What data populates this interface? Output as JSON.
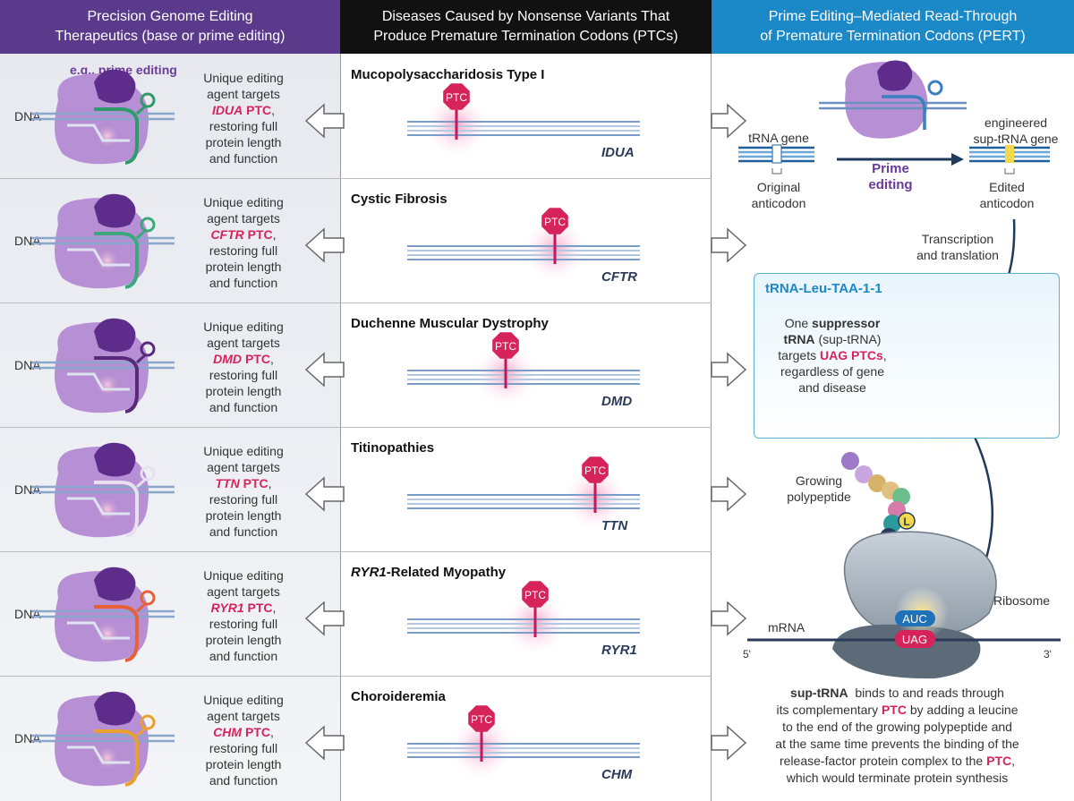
{
  "headers": {
    "left": [
      "Precision Genome Editing",
      "Therapeutics (base or prime editing)"
    ],
    "middle": [
      "Diseases Caused by Nonsense Variants That",
      "Produce Premature Termination Codons (PTCs)"
    ],
    "right": [
      "Prime Editing–Mediated Read-Through",
      "of Premature Termination Codons (PERT)"
    ]
  },
  "example_label": "e.g., prime editing",
  "dna_label": "DNA",
  "ptc_badge": "PTC",
  "edit_text": {
    "line1": "Unique editing",
    "line2": "agent targets",
    "ptc_word": "PTC",
    "comma": ",",
    "line4": "restoring full",
    "line5": "protein length",
    "line6": "and function"
  },
  "rows": [
    {
      "disease": "Mucopolysaccharidosis Type I",
      "gene": "IDUA",
      "color": "#2f9a6a"
    },
    {
      "disease": "Cystic Fibrosis",
      "gene": "CFTR",
      "color": "#3aa87a"
    },
    {
      "disease": "Duchenne Muscular Dystrophy",
      "gene": "DMD",
      "color": "#5a2a7a"
    },
    {
      "disease": "Titinopathies",
      "gene": "TTN",
      "color": "#e8e0ee"
    },
    {
      "disease": "-Related Myopathy",
      "disease_prefix": "RYR1",
      "gene": "RYR1",
      "color": "#e8603a"
    },
    {
      "disease": "Choroideremia",
      "gene": "CHM",
      "color": "#e8a030"
    }
  ],
  "right": {
    "trna_gene": "tRNA gene",
    "original": "Original",
    "anticodon": "anticodon",
    "prime": "Prime",
    "editing": "editing",
    "engineered": "engineered",
    "sup_trna_gene": "sup-tRNA gene",
    "edited": "Edited",
    "transcription": "Transcription",
    "and_translation": "and translation",
    "callout_title": "tRNA-Leu-TAA-1-1",
    "one": "One",
    "suppressor": "suppressor",
    "trna": "tRNA",
    "sup_trna_paren": "(sup-tRNA)",
    "targets": "targets",
    "uag_ptcs": "UAG PTCs",
    "regardless": "regardless of gene",
    "and_disease": "and disease",
    "five_prime": "5'",
    "three_prime": "3'",
    "L": "L",
    "AUC": "AUC",
    "UAG": "UAG",
    "growing": "Growing",
    "polypeptide": "polypeptide",
    "ribosome": "Ribosome",
    "mrna": "mRNA",
    "sup_trna_bold": "sup-tRNA",
    "b1": "binds to and reads through",
    "b2a": "its complementary",
    "b2ptc": "PTC",
    "b2b": "by adding a leucine",
    "b3": "to the end of the growing polypeptide and",
    "b4": "at the same time prevents the binding of the",
    "b5a": "release-factor protein complex to the",
    "b5ptc": "PTC",
    "b5b": ",",
    "b6": "which would terminate protein synthesis"
  }
}
